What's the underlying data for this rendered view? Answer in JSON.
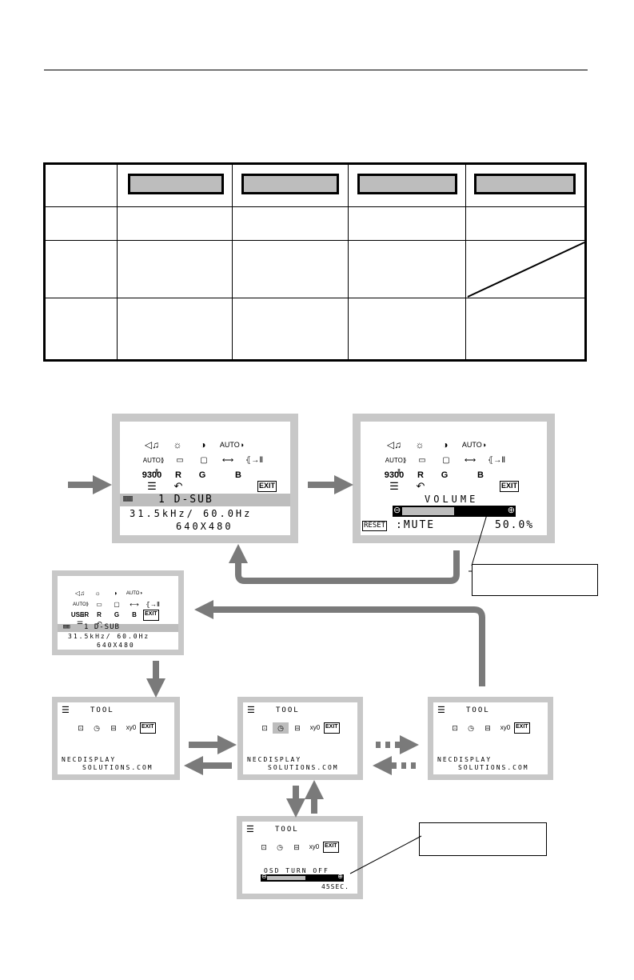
{
  "osd_main": {
    "icons_row1": [
      "◁♫",
      "☼",
      "◑",
      "AUTO◑"
    ],
    "icons_row2": [
      "AUTO⟫→Ⅱ",
      "▭",
      "▢",
      "⟷",
      "⦃→Ⅱ"
    ],
    "icons_row3": [
      "9300",
      "R",
      "G",
      "B",
      "EXIT"
    ],
    "icons_row4": [
      "☰",
      "↶"
    ],
    "input": "1 D-SUB",
    "frequency": "31.5kHz/ 60.0Hz",
    "resolution": "640X480"
  },
  "osd_volume": {
    "title": "VOLUME",
    "reset_label": "RESET",
    "mute_label": ":MUTE",
    "value": "50.0%",
    "level": 0.5
  },
  "osd_small": {
    "icons_row3": [
      "USER",
      "R",
      "G",
      "B",
      "EXIT"
    ],
    "input": "1 D-SUB",
    "frequency": "31.5kHz/ 60.0Hz",
    "resolution": "640X480"
  },
  "osd_tool": {
    "title": "TOOL",
    "url_line1": "NECDISPLAY",
    "url_line2": "SOLUTIONS.COM",
    "xy": "xy0"
  },
  "osd_off": {
    "title": "TOOL",
    "label": "OSD TURN OFF",
    "value": "45SEC.",
    "level": 0.55
  }
}
